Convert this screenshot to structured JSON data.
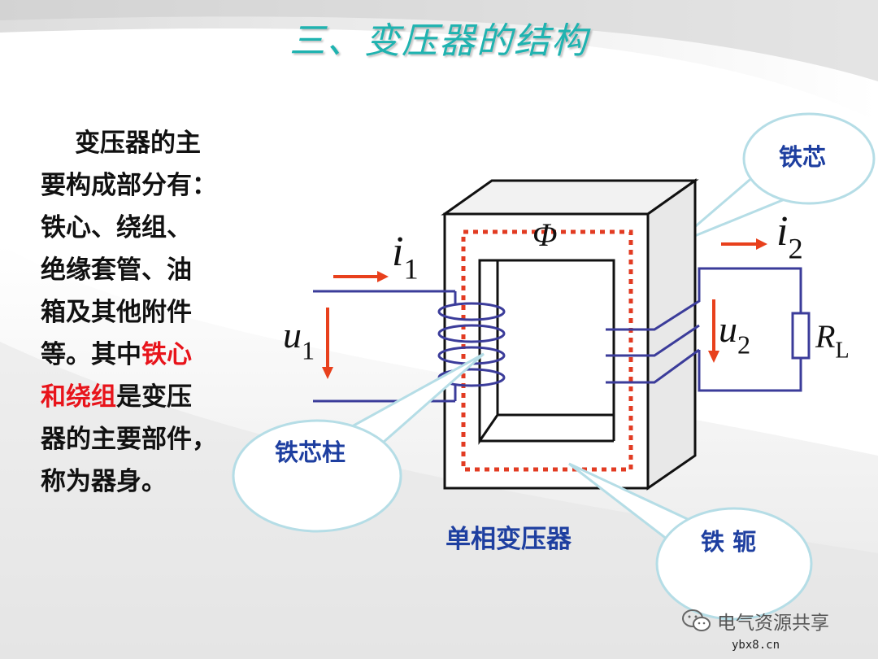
{
  "slide": {
    "title": "三、变压器的结构"
  },
  "body": {
    "line1": "变压器的主",
    "line2": "要构成部分有：",
    "line3": "铁心、绕组、",
    "line4": "绝缘套管、油",
    "line5": "箱及其他附件",
    "line6_a": "等。其中",
    "line6_b": "铁心",
    "line7_a": "和绕组",
    "line7_b": "是变压",
    "line8": "器的主要部件，",
    "line9": "称为器身。"
  },
  "diagram": {
    "callout_core": "铁芯",
    "callout_limb": "铁芯柱",
    "callout_yoke": "铁 轭",
    "caption": "单相变压器",
    "i1": "i",
    "i1_sub": "1",
    "i2": "i",
    "i2_sub": "2",
    "u1": "u",
    "u1_sub": "1",
    "u2": "u",
    "u2_sub": "2",
    "flux": "Φ",
    "load": "R",
    "load_sub": "L"
  },
  "watermark": {
    "text": "电气资源共享",
    "site": "ybx8.cn",
    "icon": "wechat-icon"
  },
  "colors": {
    "title": "#1fb3b0",
    "emphasis": "#e8141b",
    "label": "#1e3fa0",
    "winding": "#3b3c9a",
    "arrow": "#e8401c",
    "callout_fill": "#ffffff",
    "callout_stroke": "#b5dde6"
  }
}
